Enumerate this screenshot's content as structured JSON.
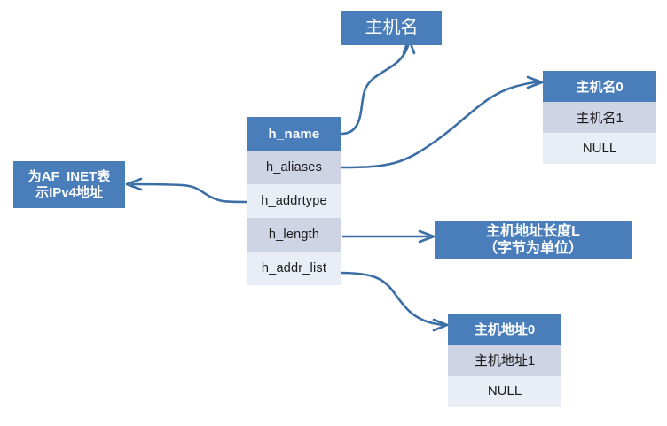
{
  "diagram": {
    "title": "hostent structure diagram",
    "colors": {
      "accent_blue": "#4a7ebb",
      "stroke_blue": "#3b6ea5",
      "row_mid": "#ced4e3",
      "row_light": "#e8edf6",
      "background": "#ffffff",
      "text_dark": "#1a1a1a",
      "text_light": "#ffffff"
    }
  },
  "struct_table": {
    "name": "hostent",
    "rows": [
      {
        "label": "h_name",
        "style": "blue"
      },
      {
        "label": "h_aliases",
        "style": "mid"
      },
      {
        "label": "h_addrtype",
        "style": "light"
      },
      {
        "label": "h_length",
        "style": "mid"
      },
      {
        "label": "h_addr_list",
        "style": "light"
      }
    ]
  },
  "hostname_label": {
    "text": "主机名"
  },
  "addrtype_label": {
    "text": "为AF_INET表\n示IPv4地址"
  },
  "length_label": {
    "text": "主机地址长度L\n（字节为单位）"
  },
  "alias_list": {
    "rows": [
      {
        "label": "主机名0",
        "style": "blue"
      },
      {
        "label": "主机名1",
        "style": "mid"
      },
      {
        "label": "NULL",
        "style": "light"
      }
    ]
  },
  "addr_list": {
    "rows": [
      {
        "label": "主机地址0",
        "style": "blue"
      },
      {
        "label": "主机地址1",
        "style": "mid"
      },
      {
        "label": "NULL",
        "style": "light"
      }
    ]
  },
  "connectors": [
    {
      "name": "h_name-to-hostname-label",
      "from": "h_name",
      "to": "hostname_label"
    },
    {
      "name": "h_aliases-to-alias-list",
      "from": "h_aliases",
      "to": "alias_list"
    },
    {
      "name": "h_addrtype-to-addrtype-label",
      "from": "h_addrtype",
      "to": "addrtype_label"
    },
    {
      "name": "h_length-to-length-label",
      "from": "h_length",
      "to": "length_label"
    },
    {
      "name": "h_addr_list-to-addr-list",
      "from": "h_addr_list",
      "to": "addr_list"
    }
  ]
}
